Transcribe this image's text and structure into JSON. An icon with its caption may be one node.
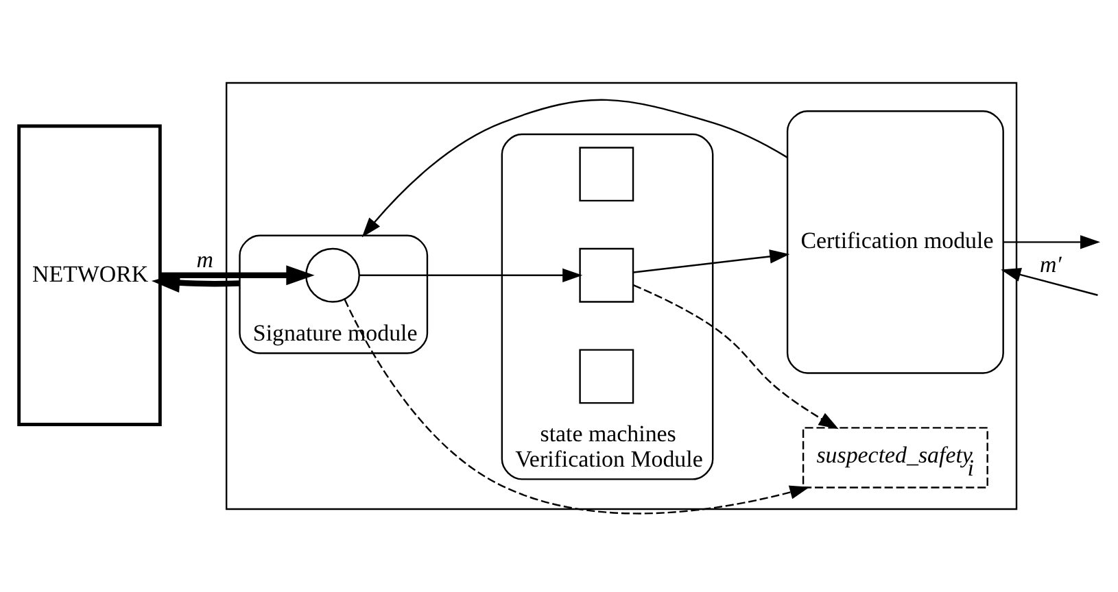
{
  "diagram": {
    "nodes": [
      {
        "text": [],
        "shape": "box"
      },
      {
        "text": [
          "NETWORK"
        ]
      },
      {
        "text": [
          "Signature module"
        ],
        "in": 0
      },
      {
        "text": [],
        "shape": "circle",
        "in": 2
      },
      {
        "text": [
          "suspected_safety$_{i}$"
        ],
        "in": 0
      },
      {
        "text": [
          "state machines",
          "Verification Module"
        ],
        "in": 0
      },
      {
        "text": [],
        "shape": "box",
        "in": 5
      },
      {
        "text": [],
        "shape": "box",
        "in": 5
      },
      {
        "text": [],
        "shape": "box",
        "in": 5
      },
      {
        "text": [
          "Certification module"
        ],
        "in": 0
      }
    ],
    "edges": [
      {
        "from": 1,
        "to": 3,
        "arrow": "to",
        "label": "m",
        "style": "thick"
      },
      {
        "from": 3,
        "to": 7,
        "arrow": "to"
      },
      {
        "from": 3,
        "to": 4,
        "arrow": "to",
        "style": "dashed"
      },
      {
        "from": 7,
        "to": 4,
        "arrow": "to",
        "style": "dashed"
      },
      {
        "from": 7,
        "to": 9,
        "arrow": "to"
      },
      {
        "from": null,
        "to": 9,
        "arrow": "to",
        "label": "m′"
      },
      {
        "from": 9,
        "to": null,
        "arrow": "to"
      },
      {
        "from": 9,
        "to": 2,
        "arrow": "to"
      },
      {
        "from": 2,
        "to": 1,
        "arrow": "to",
        "style": "thick"
      }
    ]
  }
}
